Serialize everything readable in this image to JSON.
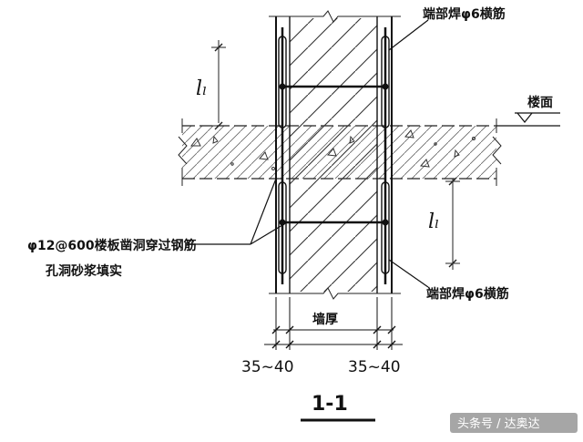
{
  "labels": {
    "top_right": "端部焊φ6横筋",
    "bottom_right": "端部焊φ6横筋",
    "floor": "楼面",
    "rebar_note_line1": "φ12@600楼板凿洞穿过钢筋",
    "rebar_note_line2": "孔洞砂浆填实",
    "wall_thickness": "墙厚",
    "dim_left": "35~40",
    "dim_right": "35~40",
    "lap_top": "lₗ",
    "lap_bottom": "lₗ",
    "section": "1-1",
    "watermark": "头条号 / 达奥达"
  }
}
